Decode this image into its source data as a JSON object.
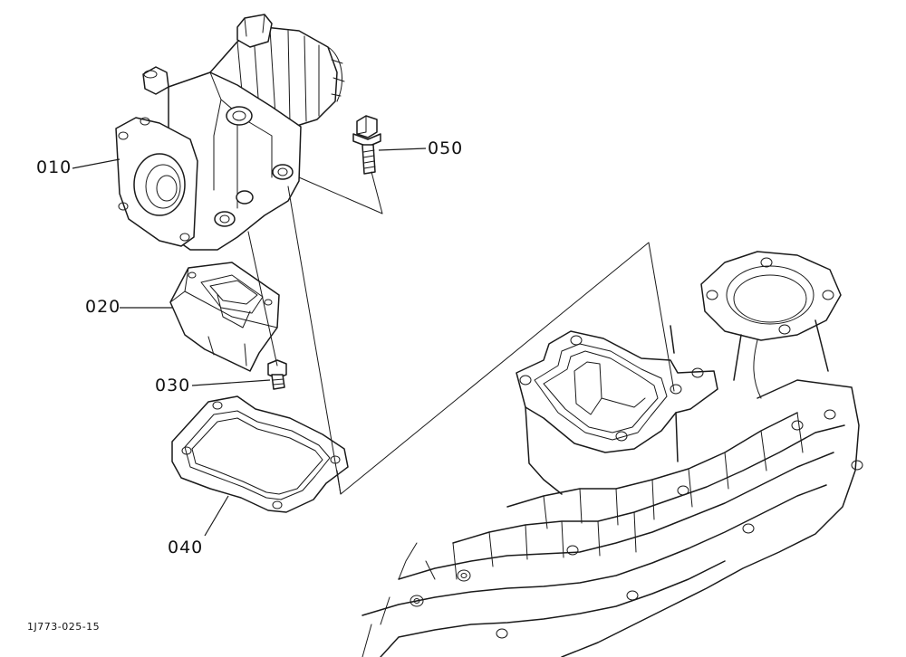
{
  "parts": [
    {
      "id": "p010",
      "label": "010"
    },
    {
      "id": "p020",
      "label": "020"
    },
    {
      "id": "p030",
      "label": "030"
    },
    {
      "id": "p040",
      "label": "040"
    },
    {
      "id": "p050",
      "label": "050"
    }
  ],
  "figure_code": "1J773-025-15"
}
